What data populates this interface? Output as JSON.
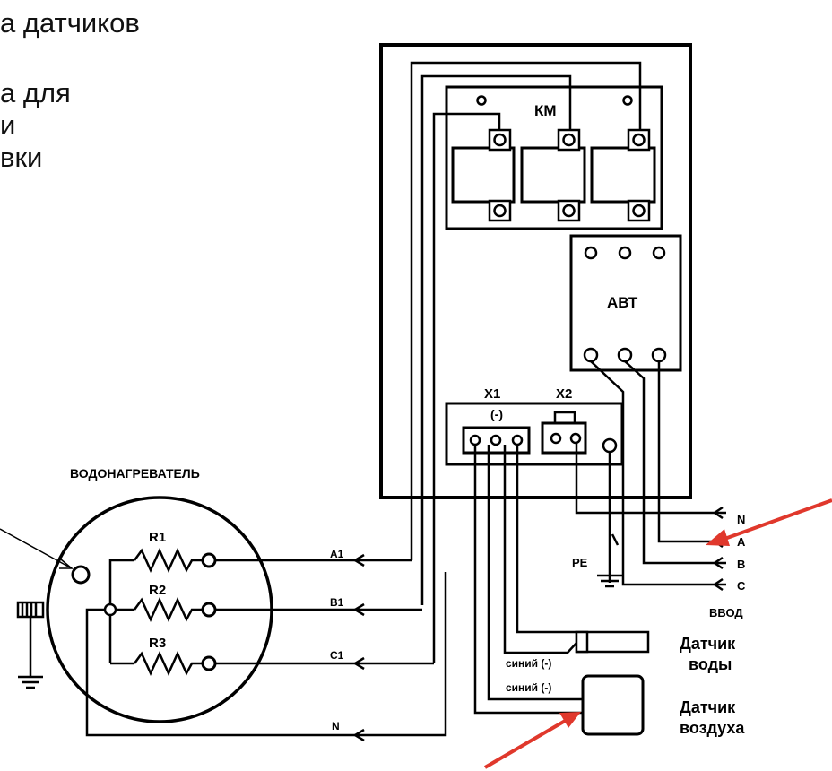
{
  "caption": {
    "line1": "а датчиков",
    "line2": "а для",
    "line3": "и",
    "line4": "вки"
  },
  "labels": {
    "km": "КМ",
    "avt": "АВТ",
    "x1": "X1",
    "x1_sub": "(-)",
    "x2": "X2",
    "heater": "ВОДОНАГРЕВАТЕЛЬ",
    "r1": "R1",
    "r2": "R2",
    "r3": "R3",
    "a1": "A1",
    "b1": "B1",
    "c1": "C1",
    "n_bottom": "N",
    "pe": "PE",
    "in_n": "N",
    "in_a": "A",
    "in_b": "B",
    "in_c": "C",
    "input": "ВВОД",
    "blue1": "синий (-)",
    "blue2": "синий (-)",
    "water_sensor_1": "Датчик",
    "water_sensor_2": "воды",
    "air_sensor_1": "Датчик",
    "air_sensor_2": "воздуха"
  },
  "colors": {
    "line": "#000000",
    "arrow_red": "#e0382c"
  }
}
